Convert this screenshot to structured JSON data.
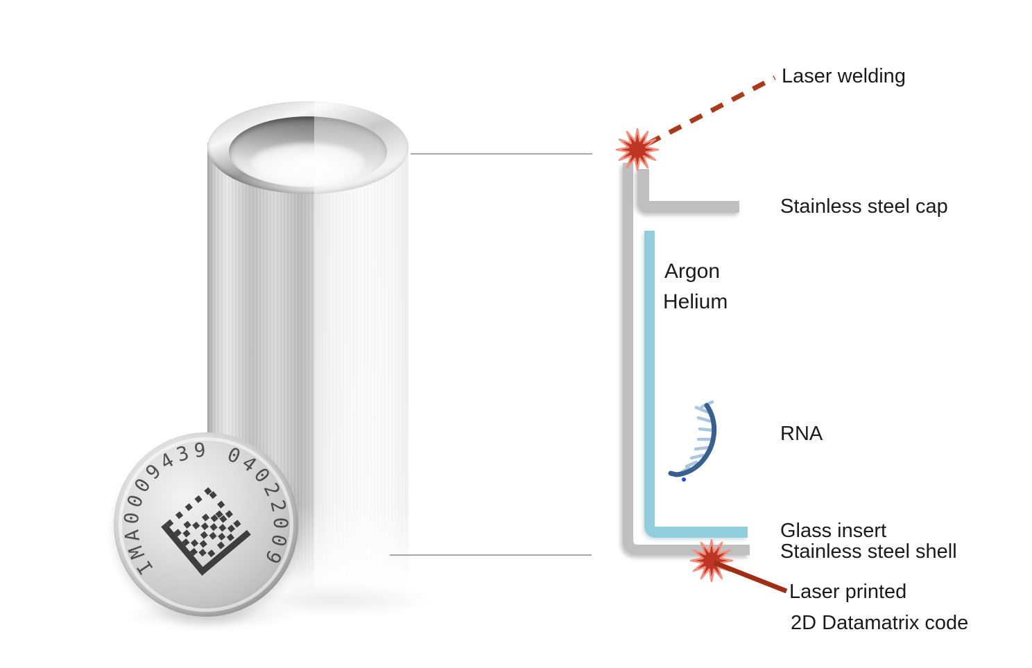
{
  "diagram": {
    "labels": {
      "laser_welding": "Laser welding",
      "stainless_steel_cap": "Stainless steel cap",
      "argon": "Argon",
      "helium": "Helium",
      "rna": "RNA",
      "glass_insert": "Glass insert",
      "stainless_steel_shell": "Stainless steel shell",
      "laser_printed_line1": "Laser printed",
      "laser_printed_line2": "2D Datamatrix code"
    },
    "colors": {
      "steel_gray": "#BFBFBF",
      "glass_blue": "#92CDDC",
      "weld_dash_red": "#A93A1C",
      "pointer_line_red": "#9E2F16",
      "starburst_fill": "#BE3726",
      "starburst_outline": "#F2907F",
      "connector_gray": "#A6A6A6",
      "rna_strand_blue": "#37608F",
      "rna_tick_blue": "#A9C6DE",
      "label_text": "#1A1A1A"
    }
  },
  "photo": {
    "cap_engraving": "IMA0009439 04022009"
  }
}
